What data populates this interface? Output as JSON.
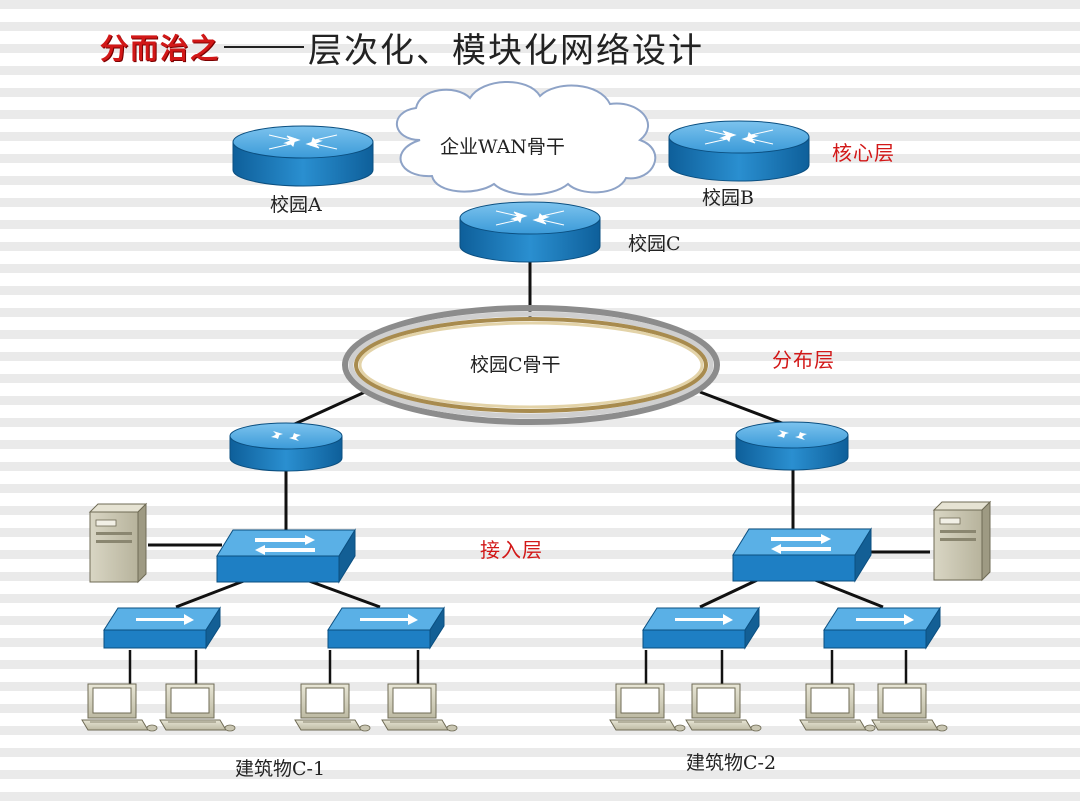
{
  "title": {
    "emphasis": "分而治之",
    "rest": "层次化、模块化网络设计"
  },
  "cloud": {
    "label": "企业WAN骨干"
  },
  "ring": {
    "label": "校园C骨干"
  },
  "routers": {
    "campus_a": "校园A",
    "campus_b": "校园B",
    "campus_c": "校园C"
  },
  "layers": {
    "core": "核心层",
    "distribution": "分布层",
    "access": "接入层"
  },
  "buildings": {
    "c1": "建筑物C-1",
    "c2": "建筑物C-2"
  },
  "colors": {
    "title_red": "#d21818",
    "device_blue": "#1e7fc4",
    "device_top": "#4aa6e0"
  }
}
